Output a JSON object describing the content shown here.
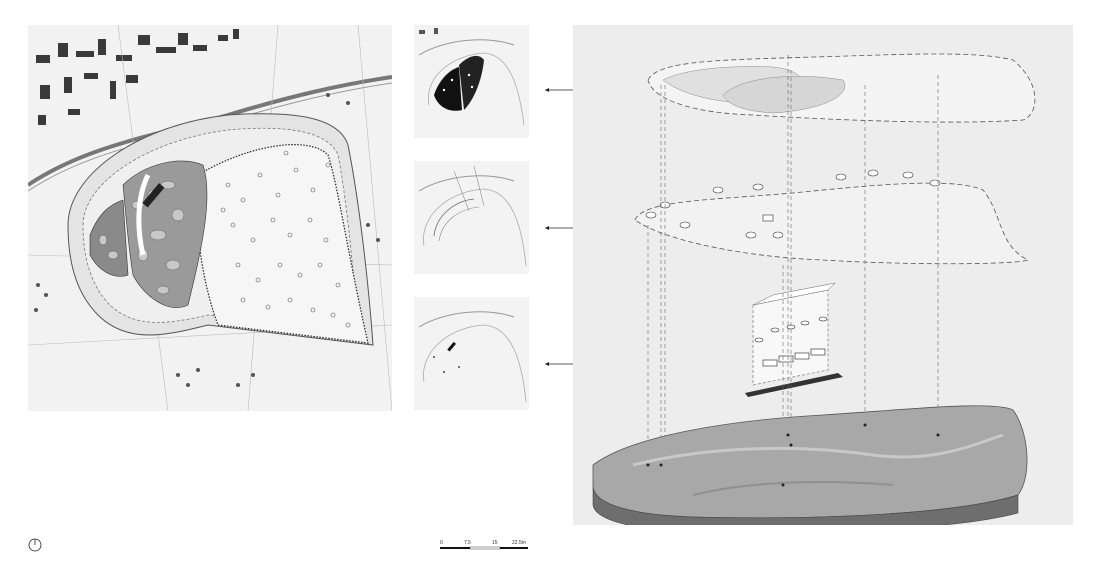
{
  "scale_bar": {
    "ticks": [
      "0",
      "7.5",
      "15",
      "22.5m"
    ]
  },
  "icons": {
    "north": "north-arrow-icon",
    "arrow": "double-headed-arrow-icon"
  },
  "colors": {
    "background": "#ffffff",
    "line": "#333333",
    "panel": "#ededed"
  }
}
